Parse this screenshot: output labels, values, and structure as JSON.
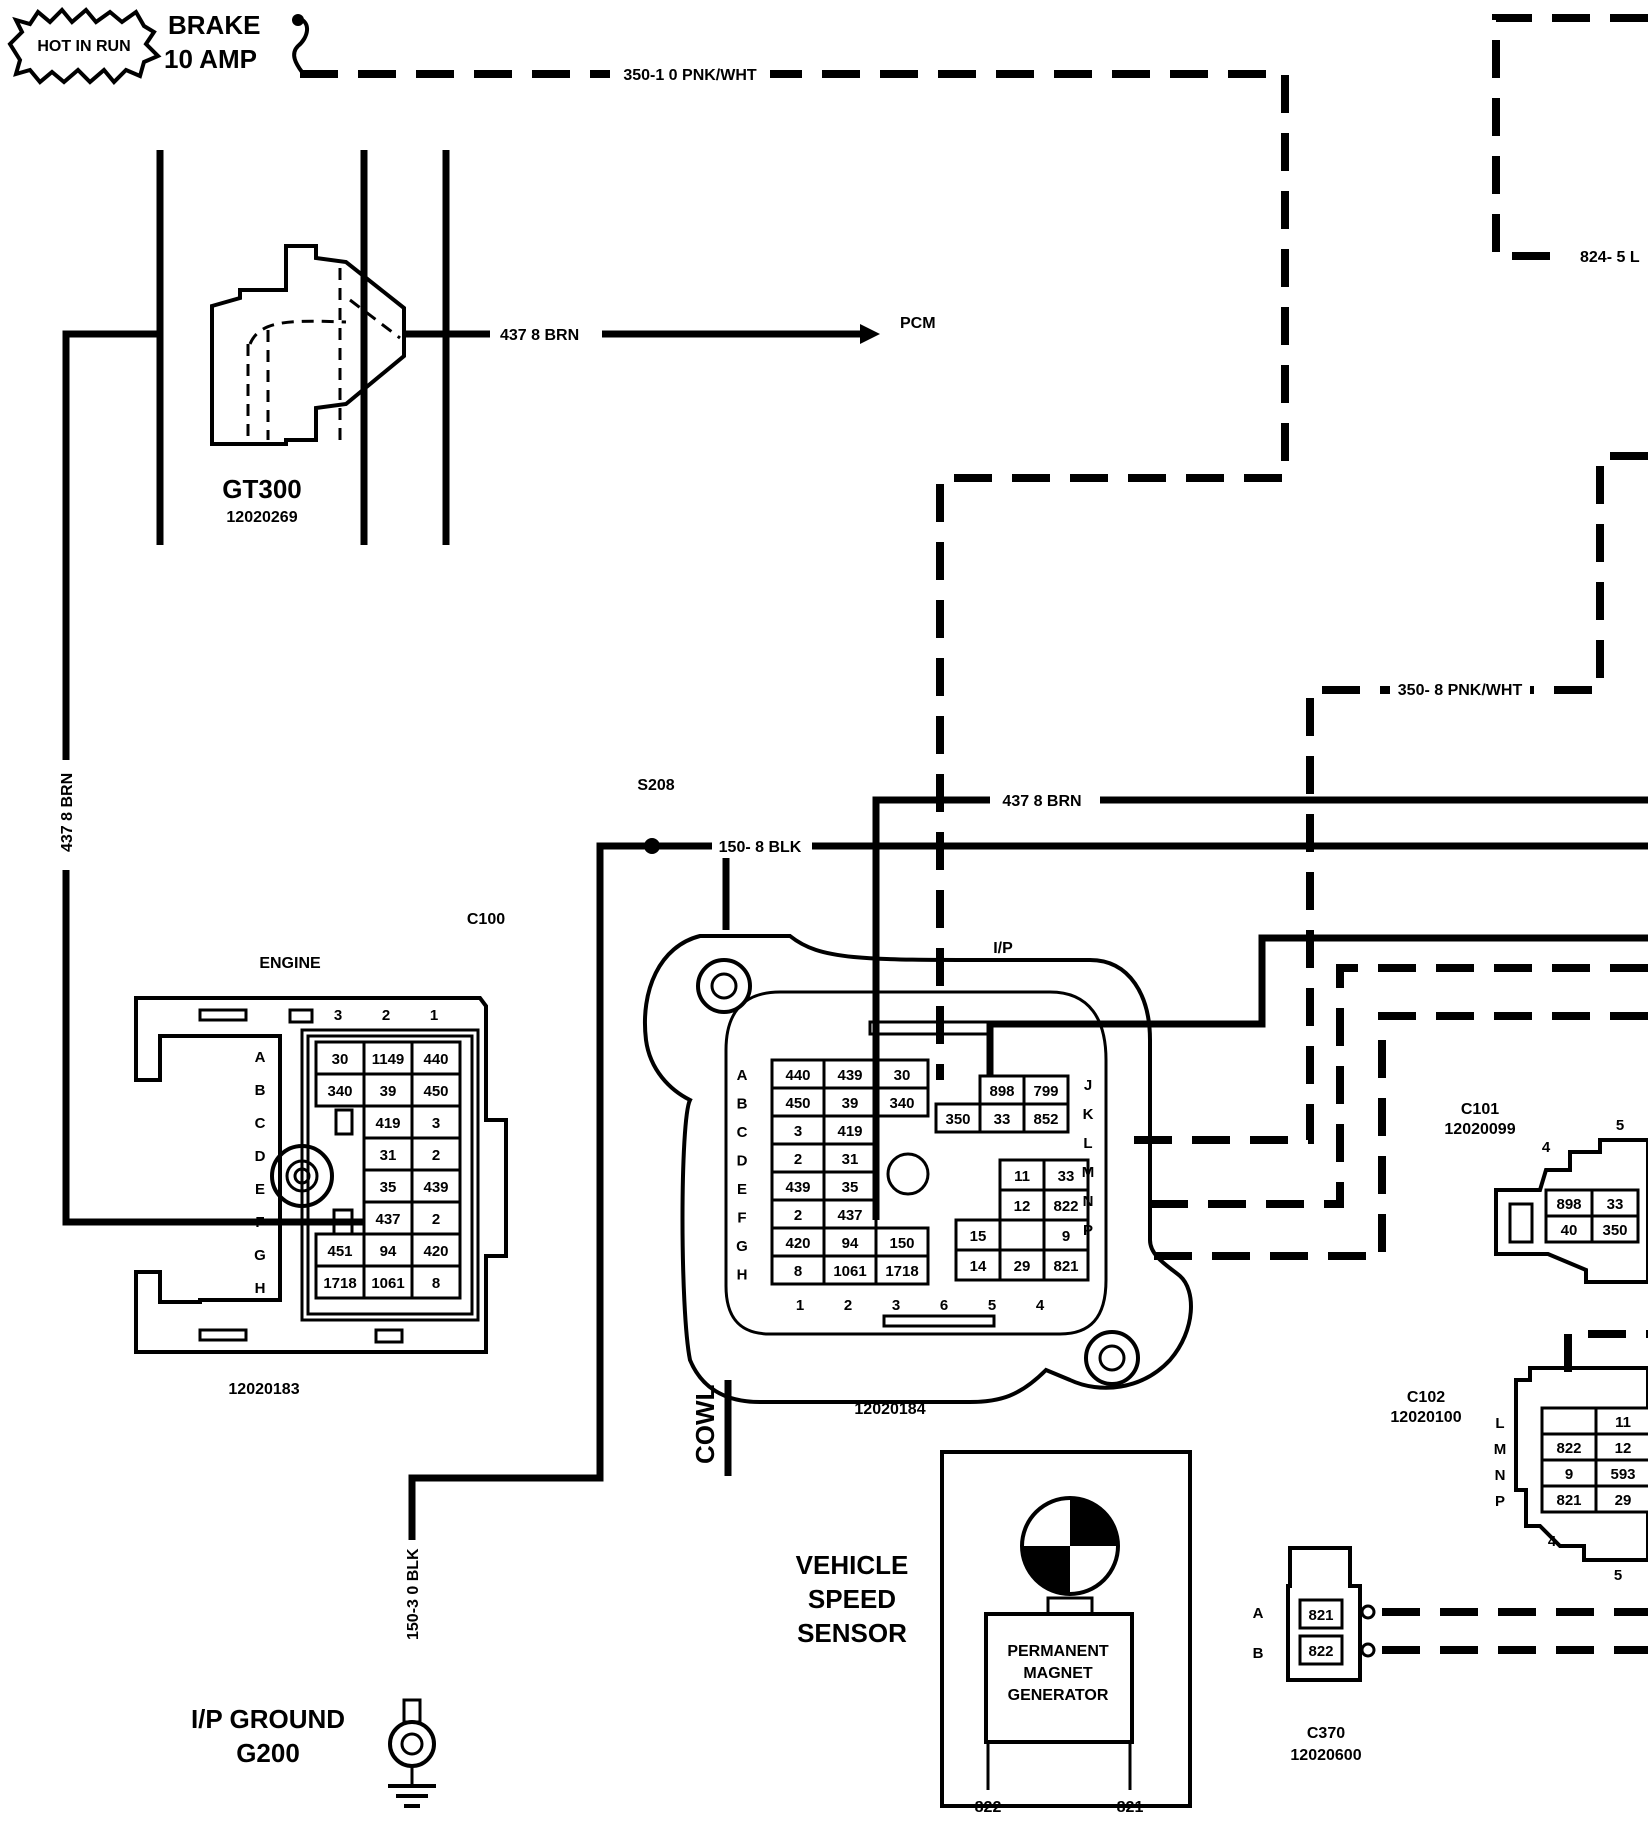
{
  "fuse": {
    "badge": "HOT IN RUN",
    "name": "BRAKE",
    "rating": "10 AMP"
  },
  "wires": {
    "w350_top": "350-1 0 PNK/WHT",
    "w437_pcm": "437 8 BRN",
    "pcm": "PCM",
    "w437_left": "437 8 BRN",
    "w437_mid": "437 8 BRN",
    "w150": "150- 8 BLK",
    "w150_ground": "150-3 0 BLK",
    "w350_mid": "350- 8 PNK/WHT",
    "w824": "824- 5 L"
  },
  "gt300": {
    "name": "GT300",
    "part": "12020269"
  },
  "splice": "S208",
  "c100": {
    "label": "C100",
    "engine": "ENGINE",
    "ip": "I/P",
    "engine_part": "12020183",
    "ip_part": "12020184"
  },
  "cowl": "COWL",
  "engine_conn": {
    "cols": [
      "3",
      "2",
      "1"
    ],
    "rows": [
      "A",
      "B",
      "C",
      "D",
      "E",
      "F",
      "G",
      "H"
    ],
    "cells": [
      [
        "30",
        "1149",
        "440"
      ],
      [
        "340",
        "39",
        "450"
      ],
      [
        "",
        "419",
        "3"
      ],
      [
        "",
        "31",
        "2"
      ],
      [
        "",
        "35",
        "439"
      ],
      [
        "",
        "437",
        "2"
      ],
      [
        "451",
        "94",
        "420"
      ],
      [
        "1718",
        "1061",
        "8"
      ]
    ]
  },
  "ip_conn": {
    "rows_left": [
      "A",
      "B",
      "C",
      "D",
      "E",
      "F",
      "G",
      "H"
    ],
    "left_cells": [
      [
        "440",
        "439",
        "30"
      ],
      [
        "450",
        "39",
        "340"
      ],
      [
        "3",
        "419",
        ""
      ],
      [
        "2",
        "31",
        ""
      ],
      [
        "439",
        "35",
        ""
      ],
      [
        "2",
        "437",
        ""
      ],
      [
        "420",
        "94",
        "150"
      ],
      [
        "8",
        "1061",
        "1718"
      ]
    ],
    "jk_cells": [
      [
        "",
        "898",
        "799"
      ],
      [
        "350",
        "33",
        "852"
      ]
    ],
    "rows_right": [
      "J",
      "K",
      "L",
      "M",
      "N",
      "P"
    ],
    "lp_cells": [
      [
        "",
        "11",
        "33"
      ],
      [
        "",
        "12",
        "822"
      ],
      [
        "15",
        "",
        "9"
      ],
      [
        "14",
        "29",
        "821"
      ]
    ],
    "bottom_nums": [
      "1",
      "2",
      "3",
      "6",
      "5",
      "4"
    ]
  },
  "c101": {
    "label": "C101",
    "part": "12020099",
    "pin4": "4",
    "pin5": "5",
    "cells": [
      [
        "898",
        "33"
      ],
      [
        "40",
        "350"
      ]
    ]
  },
  "c102": {
    "label": "C102",
    "part": "12020100",
    "rows": [
      "L",
      "M",
      "N",
      "P"
    ],
    "cells": [
      [
        "",
        "11"
      ],
      [
        "822",
        "12"
      ],
      [
        "9",
        "593"
      ],
      [
        "821",
        "29"
      ]
    ],
    "pin4": "4",
    "pin5": "5"
  },
  "vss": {
    "title": [
      "VEHICLE",
      "SPEED",
      "SENSOR"
    ],
    "gen": [
      "PERMANENT",
      "MAGNET",
      "GENERATOR"
    ],
    "pin_a": "822",
    "pin_b": "821"
  },
  "c370": {
    "label": "C370",
    "part": "12020600",
    "row_a": "A",
    "row_b": "B",
    "a": "821",
    "b": "822"
  },
  "ground": {
    "title": "I/P GROUND",
    "code": "G200"
  }
}
